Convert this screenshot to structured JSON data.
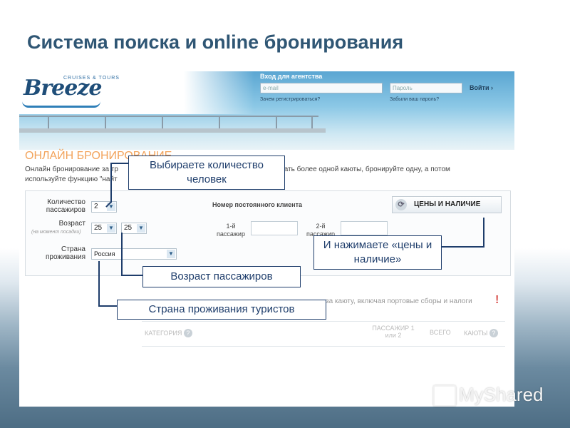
{
  "slide": {
    "title": "Система поиска и online бронирования"
  },
  "site": {
    "logo_text": "Breeze",
    "logo_tagline": "CRUISES & TOURS",
    "agent_login_title": "Вход для агентства",
    "email_placeholder": "e-mail",
    "password_placeholder": "Пароль",
    "login_label": "Войти",
    "why_register": "Зачем регистрироваться?",
    "forgot_password": "Забыли ваш пароль?"
  },
  "page": {
    "heading": "ОНЛАЙН БРОНИРОВАНИЕ",
    "intro_line1": "Онлайн бронирование за тр",
    "intro_line1_end": "овать более одной каюты, бронируйте одну, а потом",
    "intro_line2": "используйте функцию \"найт"
  },
  "form": {
    "people_label": "Количество пассажиров",
    "people_value": "2",
    "age_label": "Возраст",
    "age_note": "(на момент посадки)",
    "age1_value": "25",
    "age2_value": "25",
    "country_label": "Страна проживания",
    "country_value": "Россия",
    "client_number_title": "Номер постоянного клиента",
    "pax1_label": "1-й пассажир",
    "pax2_label": "2-й пассажир",
    "prices_button": "ЦЕНЫ И НАЛИЧИЕ"
  },
  "results": {
    "price_note": "за каюту, включая портовые сборы и налоги",
    "col_category": "КАТЕГОРИЯ",
    "col_pax": "ПАССАЖИР 1 или 2",
    "col_extra": "ВСЕГО",
    "col_cabin": "КАЮТЫ"
  },
  "callouts": {
    "people": "Выбираете количество человек",
    "age": "Возраст пассажиров",
    "country": "Страна проживания туристов",
    "prices": "И нажимаете «цены и наличие»"
  },
  "watermark": "MyShared"
}
